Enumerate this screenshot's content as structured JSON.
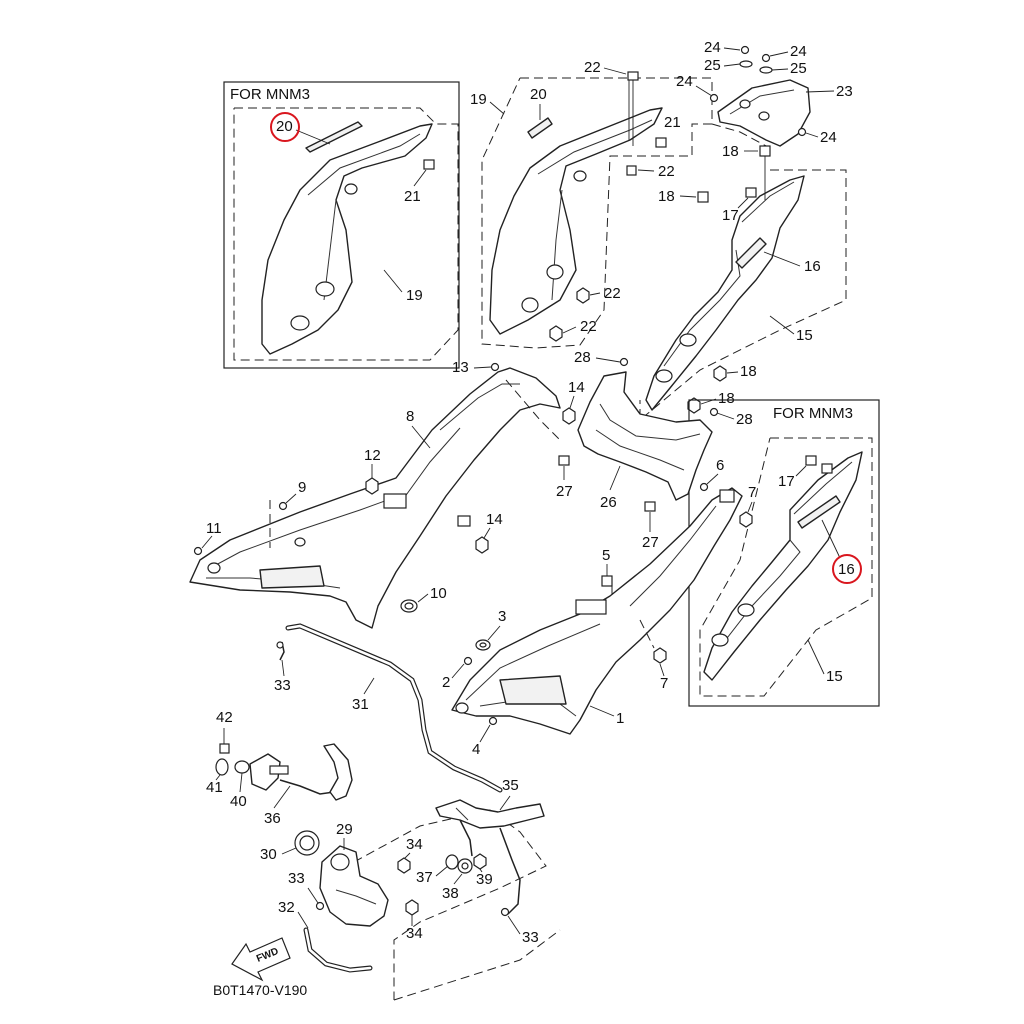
{
  "boxes": {
    "left_title": "FOR MNM3",
    "right_title": "FOR MNM3"
  },
  "diagram_code": "B0T1470-V190",
  "fwd_label": "FWD",
  "callout_color": "#d9161e",
  "labels": {
    "p1": "1",
    "p2": "2",
    "p3": "3",
    "p4": "4",
    "p5": "5",
    "p6": "6",
    "p7a": "7",
    "p7b": "7",
    "p8": "8",
    "p9": "9",
    "p10": "10",
    "p11": "11",
    "p12": "12",
    "p13": "13",
    "p14a": "14",
    "p14b": "14",
    "p15a": "15",
    "p15b": "15",
    "p16a": "16",
    "p16b": "16",
    "p17a": "17",
    "p17b": "17",
    "p18a": "18",
    "p18b": "18",
    "p18c": "18",
    "p18d": "18",
    "p19a": "19",
    "p19b": "19",
    "p20a": "20",
    "p20b": "20",
    "p21a": "21",
    "p21b": "21",
    "p22a": "22",
    "p22b": "22",
    "p22c": "22",
    "p22d": "22",
    "p23": "23",
    "p24a": "24",
    "p24b": "24",
    "p24c": "24",
    "p24d": "24",
    "p25a": "25",
    "p25b": "25",
    "p26": "26",
    "p27a": "27",
    "p27b": "27",
    "p28a": "28",
    "p28b": "28",
    "p29": "29",
    "p30": "30",
    "p31": "31",
    "p32": "32",
    "p33a": "33",
    "p33b": "33",
    "p33c": "33",
    "p34a": "34",
    "p34b": "34",
    "p35": "35",
    "p36": "36",
    "p37": "37",
    "p38": "38",
    "p39": "39",
    "p40": "40",
    "p41": "41",
    "p42": "42"
  }
}
